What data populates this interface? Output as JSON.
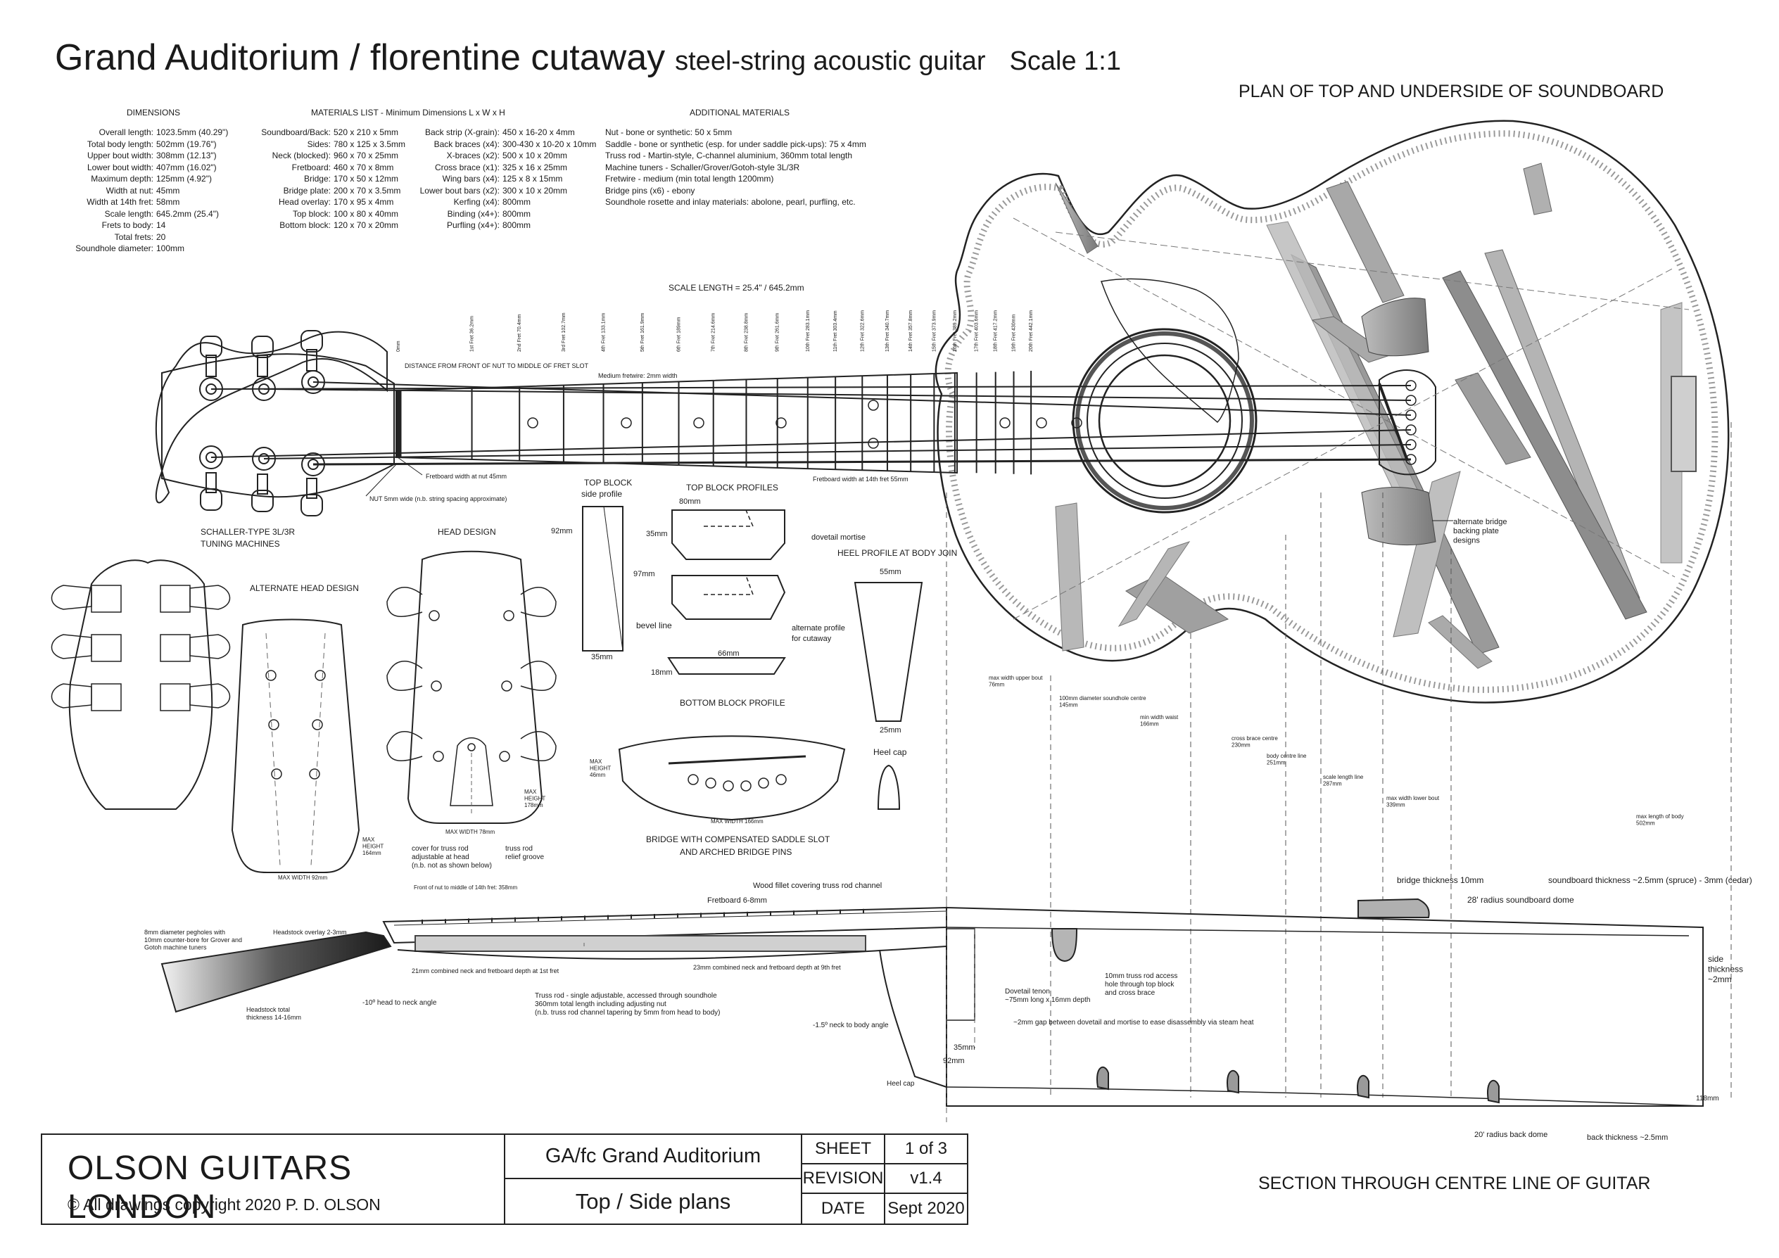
{
  "title": {
    "main": "Grand Auditorium / florentine cutaway",
    "subtitle": "steel-string acoustic guitar",
    "scale": "Scale 1:1"
  },
  "plan_title": "PLAN OF TOP AND UNDERSIDE OF SOUNDBOARD",
  "section_title": "SECTION THROUGH CENTRE LINE OF GUITAR",
  "dimensions": {
    "heading": "DIMENSIONS",
    "labels": [
      "Overall length:",
      "Total body length:",
      "Upper bout width:",
      "Lower bout width:",
      "Maximum depth:",
      "Width at nut:",
      "Width at 14th fret:",
      "Scale length:",
      "Frets to body:",
      "Total frets:",
      "Soundhole diameter:"
    ],
    "values": [
      "1023.5mm (40.29\")",
      "502mm (19.76\")",
      "308mm (12.13\")",
      "407mm (16.02\")",
      "125mm (4.92\")",
      "45mm",
      "58mm",
      "645.2mm (25.4\")",
      "14",
      "20",
      "100mm"
    ]
  },
  "materials": {
    "heading": "MATERIALS LIST - Minimum Dimensions L x W x H",
    "col1_labels": [
      "Soundboard/Back:",
      "Sides:",
      "Neck (blocked):",
      "Fretboard:",
      "Bridge:",
      "Bridge plate:",
      "Head overlay:",
      "Top block:",
      "Bottom block:"
    ],
    "col1_values": [
      "520 x 210 x 5mm",
      "780 x 125 x 3.5mm",
      "960 x 70 x 25mm",
      "460 x 70 x 8mm",
      "170 x 50 x 12mm",
      "200 x 70 x 3.5mm",
      "170 x 95 x 4mm",
      "100 x 80 x 40mm",
      "120 x 70 x 20mm"
    ],
    "col2_labels": [
      "Back strip (X-grain):",
      "Back braces (x4):",
      "X-braces (x2):",
      "Cross brace (x1):",
      "Wing bars (x4):",
      "Lower bout bars (x2):",
      "Kerfing (x4):",
      "Binding (x4+):",
      "Purfling (x4+):"
    ],
    "col2_values": [
      "450 x 16-20 x 4mm",
      "300-430 x 10-20 x 10mm",
      "500 x 10 x 20mm",
      "325 x 16 x 25mm",
      "125 x 8 x 15mm",
      "300 x 10 x 20mm",
      "800mm",
      "800mm",
      "800mm"
    ]
  },
  "additional": {
    "heading": "ADDITIONAL MATERIALS",
    "lines": [
      "Nut - bone or synthetic: 50 x 5mm",
      "Saddle - bone or synthetic (esp. for under saddle pick-ups): 75 x 4mm",
      "Truss rod - Martin-style, C-channel aluminium, 360mm total length",
      "Machine tuners - Schaller/Grover/Gotoh-style 3L/3R",
      "Fretwire - medium (min total length 1200mm)",
      "Bridge pins (x6) - ebony",
      "Soundhole rosette and inlay materials: abolone, pearl, purfling, etc."
    ]
  },
  "scale_length_label": "SCALE LENGTH = 25.4\" / 645.2mm",
  "fret_positions_label": "DISTANCE FROM FRONT OF NUT TO MIDDLE OF FRET SLOT",
  "fretwire_label": "Medium fretwire: 2mm width",
  "fret_labels": [
    "0mm",
    "1st Fret 36.2mm",
    "2nd Fret 70.4mm",
    "3rd Fret 102.7mm",
    "4th Fret 133.1mm",
    "5th Fret 161.9mm",
    "6th Fret 189mm",
    "7th Fret 214.6mm",
    "8th Fret 238.8mm",
    "9th Fret 261.6mm",
    "10th Fret 283.1mm",
    "11th Fret 303.4mm",
    "12th Fret 322.6mm",
    "13th Fret 340.7mm",
    "14th Fret 357.8mm",
    "15th Fret 373.9mm",
    "16th Fret 389.2mm",
    "17th Fret 403.6mm",
    "18th Fret 417.2mm",
    "19th Fret 430mm",
    "20th Fret 442.1mm"
  ],
  "labels": {
    "fretboard_nut": "Fretboard width at nut 45mm",
    "nut": "NUT 5mm wide (n.b. string spacing approximate)",
    "fretboard_14": "Fretboard width at 14th fret 55mm",
    "schaller": "SCHALLER-TYPE 3L/3R",
    "tuning_machines": "TUNING MACHINES",
    "alt_head": "ALTERNATE HEAD DESIGN",
    "head_design": "HEAD DESIGN",
    "top_block": "TOP BLOCK",
    "side_profile": "side profile",
    "top_block_profiles": "TOP BLOCK PROFILES",
    "dim_80": "80mm",
    "dim_92": "92mm",
    "dim_35a": "35mm",
    "dim_97": "97mm",
    "bevel_line": "bevel line",
    "dim_35b": "35mm",
    "dovetail_mortise": "dovetail mortise",
    "alternate_profile": "alternate profile",
    "for_cutaway": "for cutaway",
    "dim_66": "66mm",
    "dim_18": "18mm",
    "bottom_block_profile": "BOTTOM BLOCK PROFILE",
    "heel_profile": "HEEL PROFILE AT BODY JOIN",
    "dim_55": "55mm",
    "dim_25": "25mm",
    "heel_cap": "Heel cap",
    "max_height_46": "MAX\nHEIGHT\n46mm",
    "max_width_166": "MAX WIDTH 166mm",
    "bridge_caption_1": "BRIDGE WITH COMPENSATED SADDLE SLOT",
    "bridge_caption_2": "AND ARCHED BRIDGE PINS",
    "max_width_78": "MAX WIDTH 78mm",
    "max_height_178": "MAX\nHEIGHT\n178mm",
    "max_height_164": "MAX\nHEIGHT\n164mm",
    "max_width_92": "MAX WIDTH 92mm",
    "cover_truss": "cover for truss rod\nadjustable at head\n(n.b. not as shown below)",
    "truss_groove": "truss rod\nrelief groove",
    "front_nut_14": "Front of nut to middle of 14th fret: 358mm",
    "alternate_bridge": "alternate bridge\nbacking plate\ndesigns",
    "max_width_upper": "max width upper bout\n76mm",
    "soundhole_centre": "100mm diameter soundhole centre\n145mm",
    "min_width_waist": "min width waist\n166mm",
    "cross_brace_centre": "cross brace centre\n230mm",
    "body_centre": "body centre line\n251mm",
    "scale_length_line": "scale length line\n287mm",
    "max_width_lower": "max width lower bout\n339mm",
    "max_length_body": "max length of body\n502mm",
    "wood_fillet": "Wood fillet covering truss rod channel",
    "fretboard_6_8": "Fretboard 6-8mm",
    "bridge_thickness": "bridge thickness 10mm",
    "soundboard_thickness": "soundboard thickness ~2.5mm (spruce) - 3mm (cedar)",
    "dome_28": "28' radius soundboard dome",
    "pegholes": "8mm diameter pegholes with\n10mm counter-bore for Grover and\nGotoh machine tuners",
    "headstock_overlay": "Headstock overlay 2-3mm",
    "headstock_total": "Headstock total\nthickness 14-16mm",
    "head_angle": "-10º head to neck angle",
    "depth_1st": "21mm combined neck and fretboard depth at 1st fret",
    "depth_9th": "23mm combined neck and fretboard depth at 9th fret",
    "truss_rod": "Truss rod - single adjustable, accessed through soundhole\n360mm total length including adjusting nut\n(n.b. truss rod channel tapering by 5mm from head to body)",
    "neck_angle": "-1.5º neck to body angle",
    "dovetail": "Dovetail tenon\n~75mm long x 16mm depth",
    "truss_access": "10mm truss rod access\nhole through top block\nand cross brace",
    "gap": "~2mm gap between dovetail and mortise to ease disassembly via steam heat",
    "side_thickness": "side\nthickness\n~2mm",
    "heel_cap_2": "Heel cap",
    "dim_35c": "35mm",
    "dim_92b": "92mm",
    "dim_118": "118mm",
    "back_dome": "20' radius back dome",
    "back_thickness": "back thickness ~2.5mm"
  },
  "title_block": {
    "company": "OLSON GUITARS LONDON",
    "copyright": "© All drawings copyright 2020 P. D. OLSON",
    "model": "GA/fc  Grand Auditorium",
    "plan": "Top / Side plans",
    "sheet_label": "SHEET",
    "sheet_value": "1 of 3",
    "revision_label": "REVISION",
    "revision_value": "v1.4",
    "date_label": "DATE",
    "date_value": "Sept 2020"
  }
}
